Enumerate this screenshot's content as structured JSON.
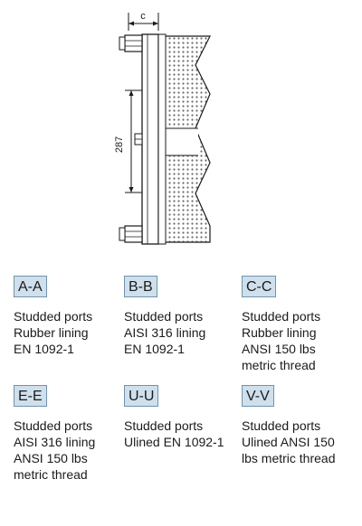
{
  "diagram": {
    "dimension_c": "c",
    "dimension_287": "287"
  },
  "legend": [
    {
      "code": "A-A",
      "lines": [
        "Studded ports",
        "Rubber lining",
        "EN 1092-1"
      ]
    },
    {
      "code": "B-B",
      "lines": [
        "Studded ports",
        "AISI 316 lining",
        "EN 1092-1"
      ]
    },
    {
      "code": "C-C",
      "lines": [
        "Studded ports",
        "Rubber lining",
        "ANSI 150 lbs",
        "metric thread"
      ]
    },
    {
      "code": "E-E",
      "lines": [
        "Studded ports",
        "AISI 316 lining",
        "ANSI 150 lbs",
        "metric thread"
      ]
    },
    {
      "code": "U-U",
      "lines": [
        "Studded ports",
        "Ulined EN 1092-1"
      ]
    },
    {
      "code": "V-V",
      "lines": [
        "Studded ports",
        "Ulined ANSI 150",
        "lbs metric thread"
      ]
    }
  ]
}
